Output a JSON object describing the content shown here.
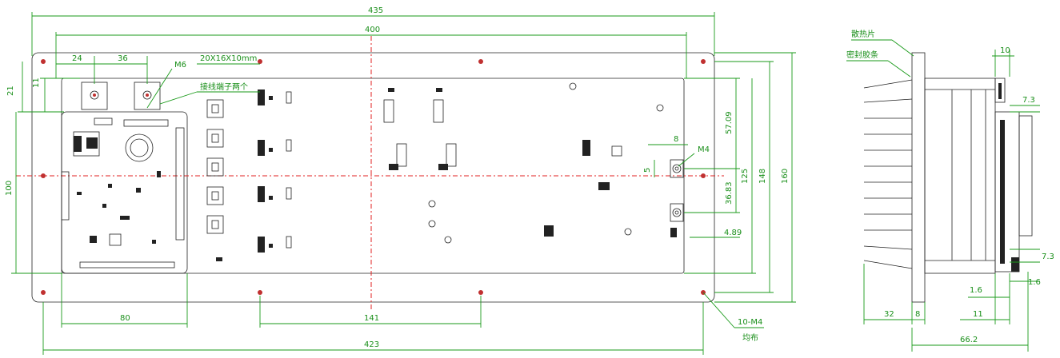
{
  "front_view": {
    "dims": {
      "overall_width": "435",
      "hole_pitch_x": "400",
      "dim_24": "24",
      "dim_36": "36",
      "m6": "M6",
      "terminal_size": "20X16X10mm",
      "terminal_label": "接线端子两个",
      "dim_21": "21",
      "dim_11": "11",
      "dim_100": "100",
      "dim_8": "8",
      "dim_m4": "M4",
      "dim_5": "5",
      "dim_57_09": "57.09",
      "dim_36_83": "36.83",
      "dim_125": "125",
      "dim_148": "148",
      "dim_160": "160",
      "dim_4_89": "4.89",
      "dim_80": "80",
      "dim_141": "141",
      "dim_423": "423",
      "holes_note": "10-M4",
      "holes_note2": "均布"
    }
  },
  "side_view": {
    "labels": {
      "heatsink": "散热片",
      "seal": "密封胶条"
    },
    "dims": {
      "dim_10": "10",
      "dim_7_3_top": "7.3",
      "dim_7_3_bottom": "7.3",
      "dim_1_6_left": "1.6",
      "dim_1_6_right": "1.6",
      "dim_32": "32",
      "dim_8": "8",
      "dim_11": "11",
      "dim_66_2": "66.2"
    }
  }
}
